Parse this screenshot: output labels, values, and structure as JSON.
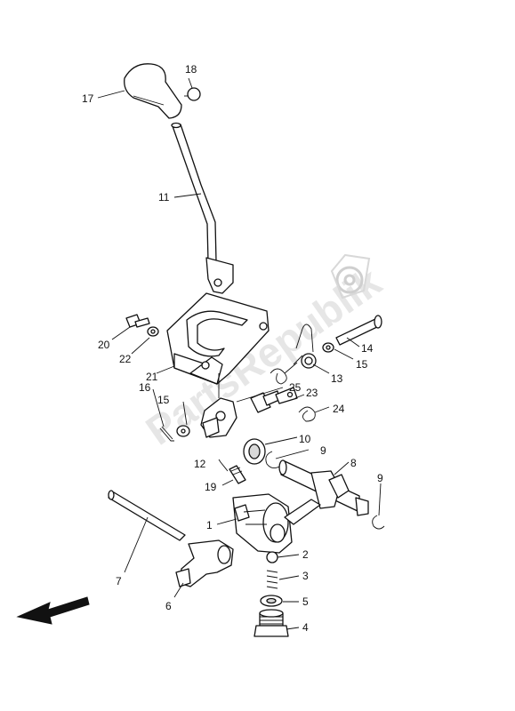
{
  "watermark": "PartsRepublik",
  "labels": {
    "p1": "1",
    "p2": "2",
    "p3": "3",
    "p4": "4",
    "p5": "5",
    "p6": "6",
    "p7": "7",
    "p8": "8",
    "p9a": "9",
    "p9b": "9",
    "p10": "10",
    "p11": "11",
    "p12": "12",
    "p13": "13",
    "p14": "14",
    "p15a": "15",
    "p15b": "15",
    "p16": "16",
    "p17": "17",
    "p18": "18",
    "p19": "19",
    "p20": "20",
    "p21": "21",
    "p22": "22",
    "p23": "23",
    "p24": "24",
    "p25": "25"
  },
  "icons": {
    "direction": "arrow-left-down-icon",
    "logo": "gear-icon"
  }
}
